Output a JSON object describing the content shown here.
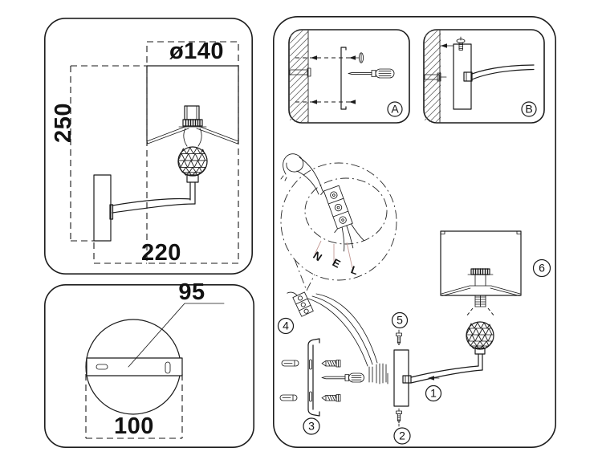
{
  "colors": {
    "background": "#ffffff",
    "line": "#1a1a1a",
    "leader_line": "#c49a96"
  },
  "side_view": {
    "diameter": "ø140",
    "height": "250",
    "depth": "220"
  },
  "backplate_view": {
    "hole_spacing": "95",
    "width": "100"
  },
  "install": {
    "detail_a": "A",
    "detail_b": "B",
    "wires": {
      "neutral": "N",
      "earth": "E",
      "live": "L"
    },
    "steps": {
      "s1": "1",
      "s2": "2",
      "s3": "3",
      "s4": "4",
      "s5": "5",
      "s6": "6"
    }
  }
}
